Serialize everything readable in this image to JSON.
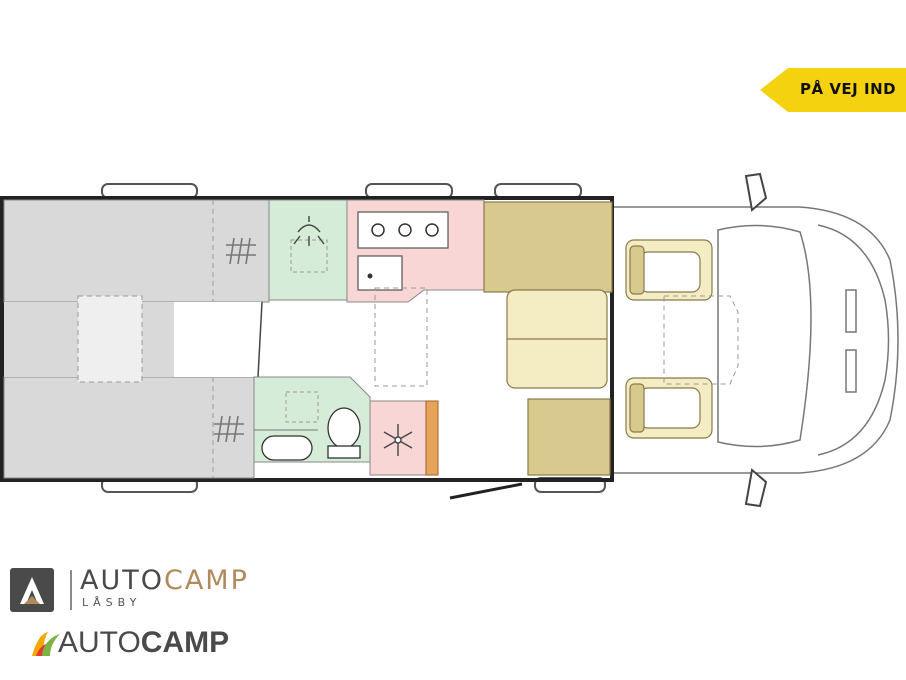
{
  "status_tag": {
    "label": "PÅ VEJ IND",
    "color": "#f5d20f"
  },
  "dealer_logo": {
    "name_part1": "AUTO",
    "name_part2": "CAMP",
    "location": "LÅSBY",
    "color_dark": "#4a4a4a",
    "color_accent": "#b08a5a"
  },
  "brand_logo": {
    "name_part1": "AUTO",
    "name_part2": "CAMP"
  },
  "floorplan": {
    "zones": [
      {
        "name": "bed-left-upper",
        "color": "#d9d9d9"
      },
      {
        "name": "bed-left-lower",
        "color": "#d9d9d9"
      },
      {
        "name": "shower",
        "color": "#d5ecd9"
      },
      {
        "name": "kitchen",
        "color": "#f8d6d6"
      },
      {
        "name": "washroom",
        "color": "#d5ecd9"
      },
      {
        "name": "fridge",
        "color": "#f8d6d6"
      },
      {
        "name": "dinette",
        "color": "#f4edc4"
      },
      {
        "name": "cab-seats",
        "color": "#f4edc4"
      }
    ],
    "icons": [
      "bed-grid-icon",
      "shower-head-icon",
      "hob-icon",
      "sink-icon",
      "toilet-icon",
      "washbasin-icon",
      "snowflake-icon",
      "mirror-icon"
    ]
  }
}
